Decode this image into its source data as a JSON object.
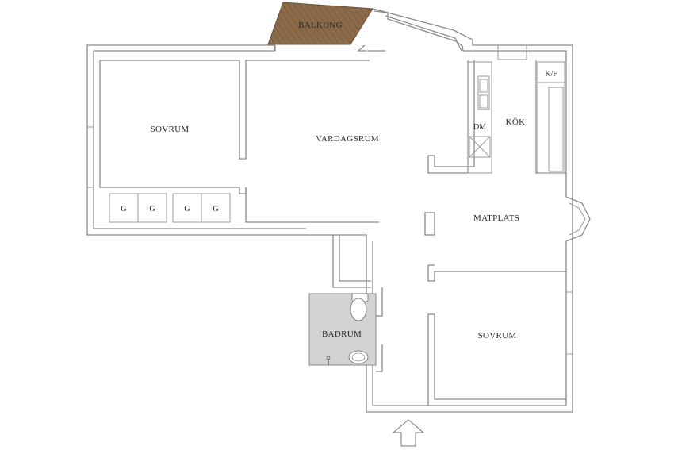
{
  "rooms": {
    "balcony": "BALKONG",
    "bedroom_1": "SOVRUM",
    "living_room": "VARDAGSRUM",
    "dishwasher": "DM",
    "kitchen": "KÖK",
    "fridge_freezer": "K/F",
    "dining": "MATPLATS",
    "bathroom": "BADRUM",
    "bedroom_2": "SOVRUM"
  },
  "wardrobes": [
    "G",
    "G",
    "G",
    "G"
  ],
  "colors": {
    "wall": "#8a8a8a",
    "bathroom_fill": "#d3d3d3",
    "balcony_fill": "#8b6b4a"
  },
  "icons": {
    "entrance": "up-arrow-icon"
  }
}
